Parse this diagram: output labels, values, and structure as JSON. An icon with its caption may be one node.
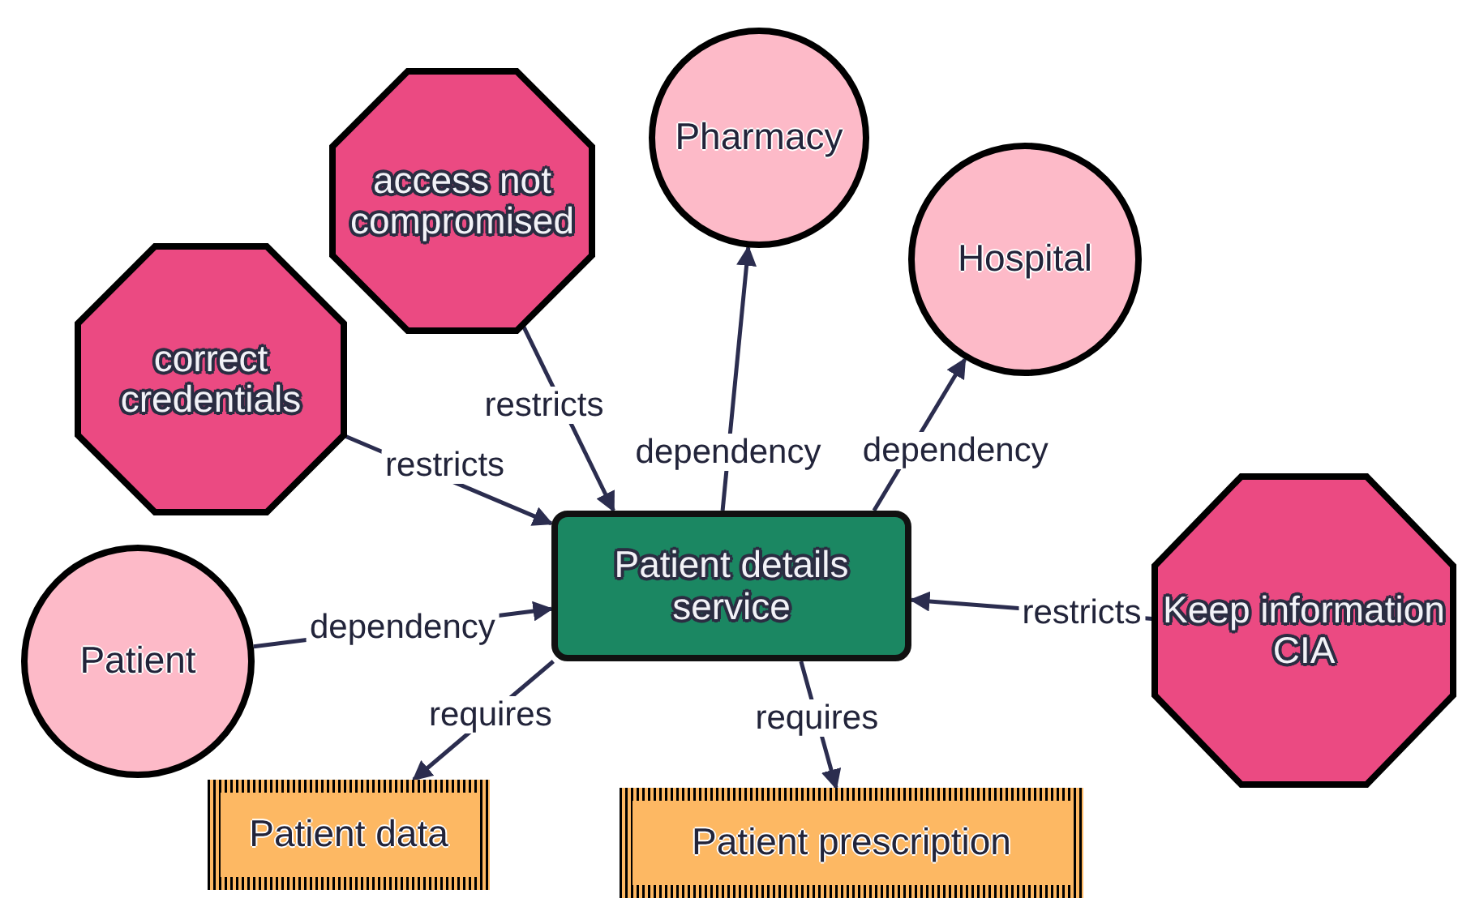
{
  "diagram": {
    "nodes": [
      {
        "text": [
          "access not compromised"
        ]
      },
      {
        "text": [
          "Pharmacy"
        ]
      },
      {
        "text": [
          "Hospital"
        ]
      },
      {
        "text": [
          "correct credentials"
        ]
      },
      {
        "text": [
          "Patient details service"
        ]
      },
      {
        "text": [
          "Keep information CIA"
        ]
      },
      {
        "text": [
          "Patient"
        ]
      },
      {
        "text": [
          "Patient data"
        ]
      },
      {
        "text": [
          "Patient prescription"
        ]
      }
    ],
    "edges": [
      {
        "from": 0,
        "to": 4,
        "arrow": "to",
        "label": "restricts"
      },
      {
        "from": 4,
        "to": 1,
        "arrow": "to",
        "label": "dependency"
      },
      {
        "from": 4,
        "to": 2,
        "arrow": "to",
        "label": "dependency"
      },
      {
        "from": 3,
        "to": 4,
        "arrow": "to",
        "label": "restricts"
      },
      {
        "from": 5,
        "to": 4,
        "arrow": "to",
        "label": "restricts"
      },
      {
        "from": 6,
        "to": 4,
        "arrow": "to",
        "label": "dependency"
      },
      {
        "from": 4,
        "to": 7,
        "arrow": "to",
        "label": "requires"
      },
      {
        "from": 4,
        "to": 8,
        "arrow": "to",
        "label": "requires"
      }
    ]
  }
}
